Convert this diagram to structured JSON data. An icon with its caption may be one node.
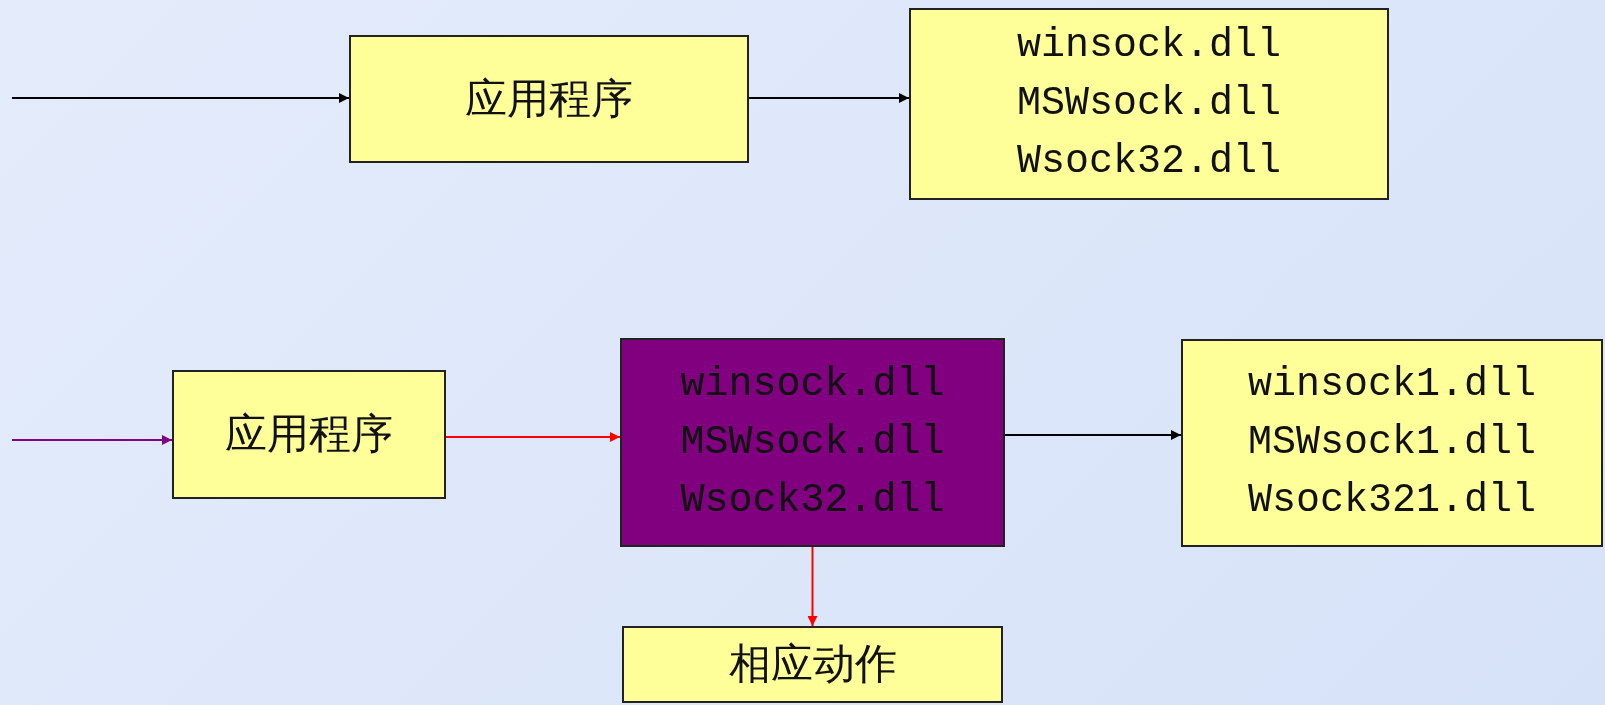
{
  "diagram": {
    "nodes": [
      {
        "text": [
          "应用程序"
        ]
      },
      {
        "text": [
          "winsock.dll",
          "MSWsock.dll",
          "Wsock32.dll"
        ]
      },
      {
        "text": [
          "应用程序"
        ]
      },
      {
        "text": [
          "winsock.dll",
          "MSWsock.dll",
          "Wsock32.dll"
        ]
      },
      {
        "text": [
          "winsock1.dll",
          "MSWsock1.dll",
          "Wsock321.dll"
        ]
      },
      {
        "text": [
          "相应动作"
        ]
      }
    ],
    "edges": [
      {
        "from": null,
        "to": 0,
        "arrow": "to"
      },
      {
        "from": 0,
        "to": 1,
        "arrow": "to"
      },
      {
        "from": null,
        "to": 2,
        "arrow": "to",
        "color": "#800080"
      },
      {
        "from": 2,
        "to": 3,
        "arrow": "to",
        "color": "#ff0000"
      },
      {
        "from": 3,
        "to": 4,
        "arrow": "to"
      },
      {
        "from": 3,
        "to": 5,
        "arrow": "to",
        "color": "#ff0000"
      }
    ]
  }
}
